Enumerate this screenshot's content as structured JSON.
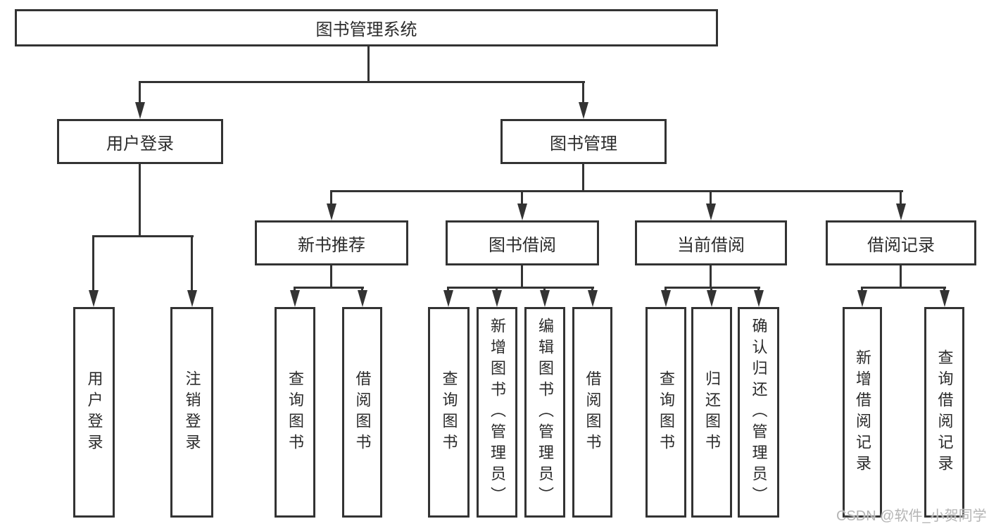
{
  "diagram_title": "图书管理系统",
  "tree": {
    "root": {
      "label": "图书管理系统"
    },
    "branches": [
      {
        "label": "用户登录",
        "children": [
          {
            "label": "用户登录"
          },
          {
            "label": "注销登录"
          }
        ]
      },
      {
        "label": "图书管理",
        "children": [
          {
            "label": "新书推荐",
            "children": [
              {
                "label": "查询图书"
              },
              {
                "label": "借阅图书"
              }
            ]
          },
          {
            "label": "图书借阅",
            "children": [
              {
                "label": "查询图书"
              },
              {
                "label": "新增图书（管理员）"
              },
              {
                "label": "编辑图书（管理员）"
              },
              {
                "label": "借阅图书"
              }
            ]
          },
          {
            "label": "当前借阅",
            "children": [
              {
                "label": "查询图书"
              },
              {
                "label": "归还图书"
              },
              {
                "label": "确认归还（管理员）"
              }
            ]
          },
          {
            "label": "借阅记录",
            "children": [
              {
                "label": "新增借阅记录"
              },
              {
                "label": "查询借阅记录"
              }
            ]
          }
        ]
      }
    ]
  },
  "watermark": "CSDN @软件_小贺同学",
  "colors": {
    "line": "#333333",
    "box_border": "#333333",
    "box_background": "#ffffff",
    "text": "#2b2b2b",
    "watermark": "#b5b5b5",
    "page_background": "#ffffff"
  }
}
